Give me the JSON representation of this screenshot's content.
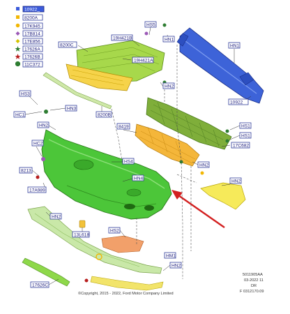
{
  "legend": {
    "items": [
      {
        "label": "10922_",
        "color": "#3b5bdb",
        "shape": "square",
        "highlighted": true
      },
      {
        "label": "8200A",
        "color": "#f2b705",
        "shape": "square"
      },
      {
        "label": "17K945",
        "color": "#f2b705",
        "shape": "circle"
      },
      {
        "label": "17B814",
        "color": "#9b59b6",
        "shape": "diamond"
      },
      {
        "label": "17E856",
        "color": "#d4c400",
        "shape": "diamond"
      },
      {
        "label": "17626A",
        "color": "#2e7d32",
        "shape": "star"
      },
      {
        "label": "17626B",
        "color": "#b71c1c",
        "shape": "star"
      },
      {
        "label": "11C372",
        "color": "#2e7d32",
        "shape": "octagon"
      }
    ]
  },
  "part_labels": {
    "hs5": "HS5",
    "hn1_top": "HN1",
    "l19h421b": "19H421B",
    "l8200c": "8200C",
    "l19h421a": "19H421A",
    "hn1_right": "HN1",
    "hn2_top": "HN2",
    "l10922": "10922",
    "hs3": "HS3",
    "hc1": "HC1",
    "hn3": "HN3",
    "hn2_left": "HN2",
    "l8200b": "8200B",
    "l8419": "8419",
    "hs1_r1": "HS1",
    "hs1_r2": "HS1",
    "l17c682": "17C682",
    "hc2": "HC2",
    "hs4": "HS4",
    "l8213": "8213",
    "hn2_mid": "HN2",
    "hn4": "HN4",
    "hn2_right": "HN2",
    "l17a989": "17A989",
    "hn2_low": "HN2",
    "l13l618": "13L618",
    "hs2": "HS2",
    "hm1": "HM1",
    "hn2_bottom": "HN2",
    "l17626c": "17626C"
  },
  "reference": {
    "line1": "5011905AA",
    "line2": "03-2022 11",
    "line3": "DR",
    "line4": "F 0312170.09"
  },
  "copyright": "©Copyright, 2015 - 2022, Ford Motor Company Limited"
}
